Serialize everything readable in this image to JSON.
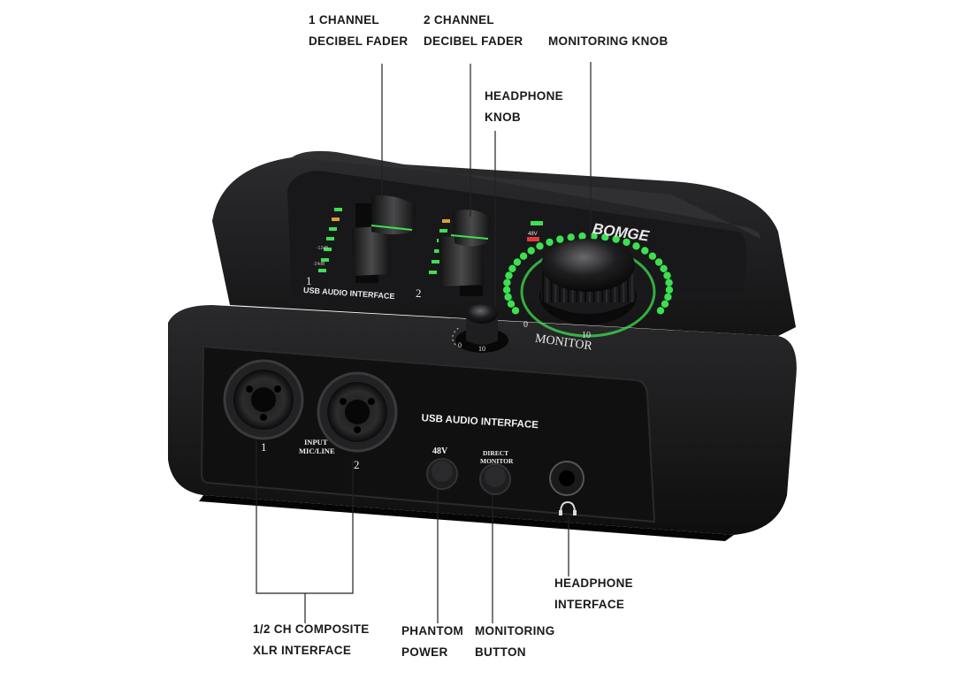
{
  "callouts": {
    "ch1_fader": [
      "1 CHANNEL",
      "DECIBEL FADER"
    ],
    "ch2_fader": [
      "2 CHANNEL",
      "DECIBEL FADER"
    ],
    "monitoring_knob": "MONITORING KNOB",
    "headphone_knob": [
      "HEADPHONE",
      "KNOB"
    ],
    "xlr": [
      "1/2 CH COMPOSITE",
      "XLR INTERFACE"
    ],
    "phantom": [
      "PHANTOM",
      "POWER"
    ],
    "monitoring_button": [
      "MONITORING",
      "BUTTON"
    ],
    "headphone_interface": [
      "HEADPHONE",
      "INTERFACE"
    ]
  },
  "device": {
    "brand": "BOMGE",
    "top_panel_label": "USB AUDIO INTERFACE",
    "front_panel_label": "USB AUDIO INTERFACE",
    "channel_1": "1",
    "channel_2": "2",
    "input_label": [
      "INPUT",
      "MIC/LINE"
    ],
    "button_48v": "48V",
    "direct_monitor": [
      "DIRECT",
      "MONITOR"
    ],
    "monitor_label": "MONITOR",
    "monitor_scale_min": "0",
    "monitor_scale_max": "10",
    "headphone_scale_min": "0",
    "headphone_scale_max": "10",
    "led_48v": "48V",
    "meter_labels": [
      "-12dB",
      "-24dB"
    ],
    "led_color": "#3de050",
    "body_color": "#1c1c1e"
  }
}
